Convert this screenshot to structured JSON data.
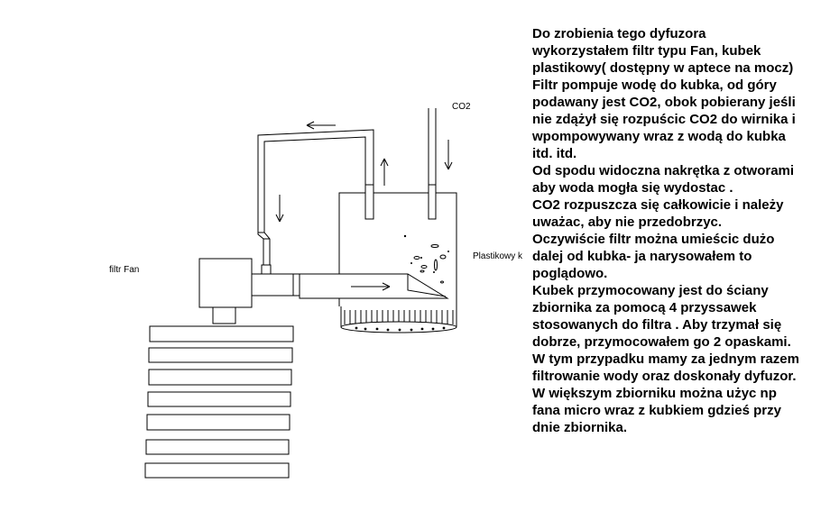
{
  "labels": {
    "co2": "CO2",
    "cup": "Plastikowy k",
    "filter": "filtr Fan"
  },
  "description": {
    "lines": [
      "Do zrobienia tego dyfuzora",
      "wykorzystałem filtr typu Fan, kubek",
      "plastikowy( dostępny w aptece na mocz)",
      "Filtr pompuje wodę do kubka, od góry",
      "podawany jest CO2, obok pobierany jeśli",
      "nie zdążył się rozpuścic CO2 do wirnika i",
      "wpompowywany wraz z wodą do kubka",
      "itd. itd.",
      "Od spodu widoczna nakrętka z otworami",
      "aby woda mogła się wydostac .",
      "CO2 rozpuszcza się całkowicie i należy",
      "uważac, aby nie przedobrzyc.",
      "Oczywiście filtr można umieścic dużo",
      "dalej od kubka- ja narysowałem to",
      "poglądowo.",
      "Kubek przymocowany jest do ściany",
      "zbiornika za pomocą 4 przyssawek",
      "stosowanych do filtra . Aby trzymał się",
      "dobrze, przymocowałem go 2 opaskami.",
      "W tym przypadku mamy za jednym razem",
      "filtrowanie wody oraz doskonały dyfuzor.",
      "W większym zbiorniku można użyc np",
      "fana micro wraz z kubkiem gdzieś przy",
      "dnie zbiornika."
    ]
  }
}
